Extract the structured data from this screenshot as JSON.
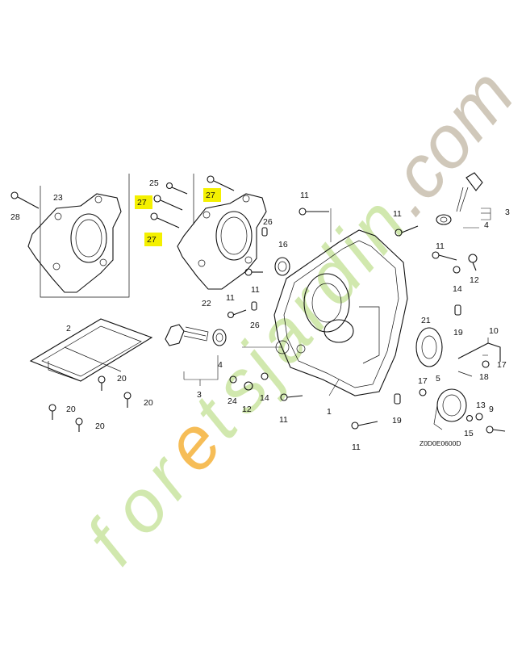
{
  "diagram_code": "Z0D0E0600D",
  "watermark": {
    "text": "foretsjardin.com",
    "colors": {
      "main": "#c9e4a0",
      "dot": "#c8bfae",
      "accent": "#f5b23a"
    }
  },
  "highlight_color": "#f4f000",
  "highlighted_callout": "27",
  "callouts": [
    "1",
    "2",
    "3",
    "4",
    "5",
    "9",
    "10",
    "11",
    "12",
    "13",
    "14",
    "15",
    "16",
    "17",
    "18",
    "19",
    "20",
    "21",
    "22",
    "23",
    "24",
    "25",
    "26",
    "27",
    "28"
  ]
}
